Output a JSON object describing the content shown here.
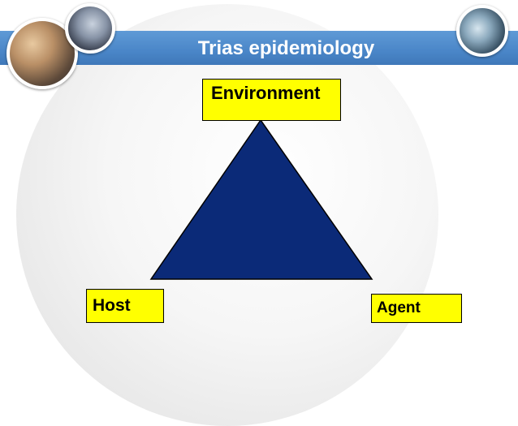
{
  "slide": {
    "title": "Trias epidemiology",
    "colors": {
      "title_bar": "#4a86c8",
      "triangle_fill": "#0b2a78",
      "box_fill": "#ffff00"
    }
  },
  "diagram": {
    "nodes": {
      "environment": "Environment",
      "host": "Host",
      "agent": "Agent"
    }
  }
}
